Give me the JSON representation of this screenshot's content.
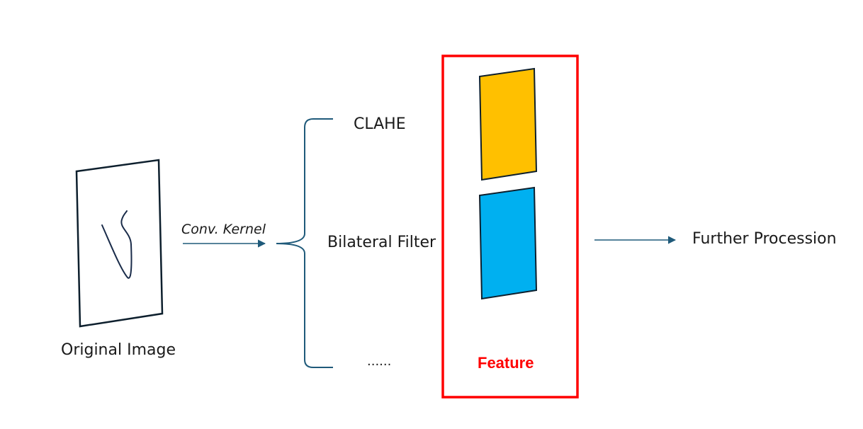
{
  "labels": {
    "original_image": "Original Image",
    "conv_kernel": "Conv. Kernel",
    "clahe": "CLAHE",
    "bilateral_filter": "Bilateral Filter",
    "ellipsis": "......",
    "feature": "Feature",
    "further_procession": "Further Procession"
  },
  "colors": {
    "outline": "#0d1f2d",
    "arrow": "#1f5a7a",
    "feature_box": "#ff0000",
    "feature_map_1": "#ffc000",
    "feature_map_2": "#00b0f0"
  }
}
